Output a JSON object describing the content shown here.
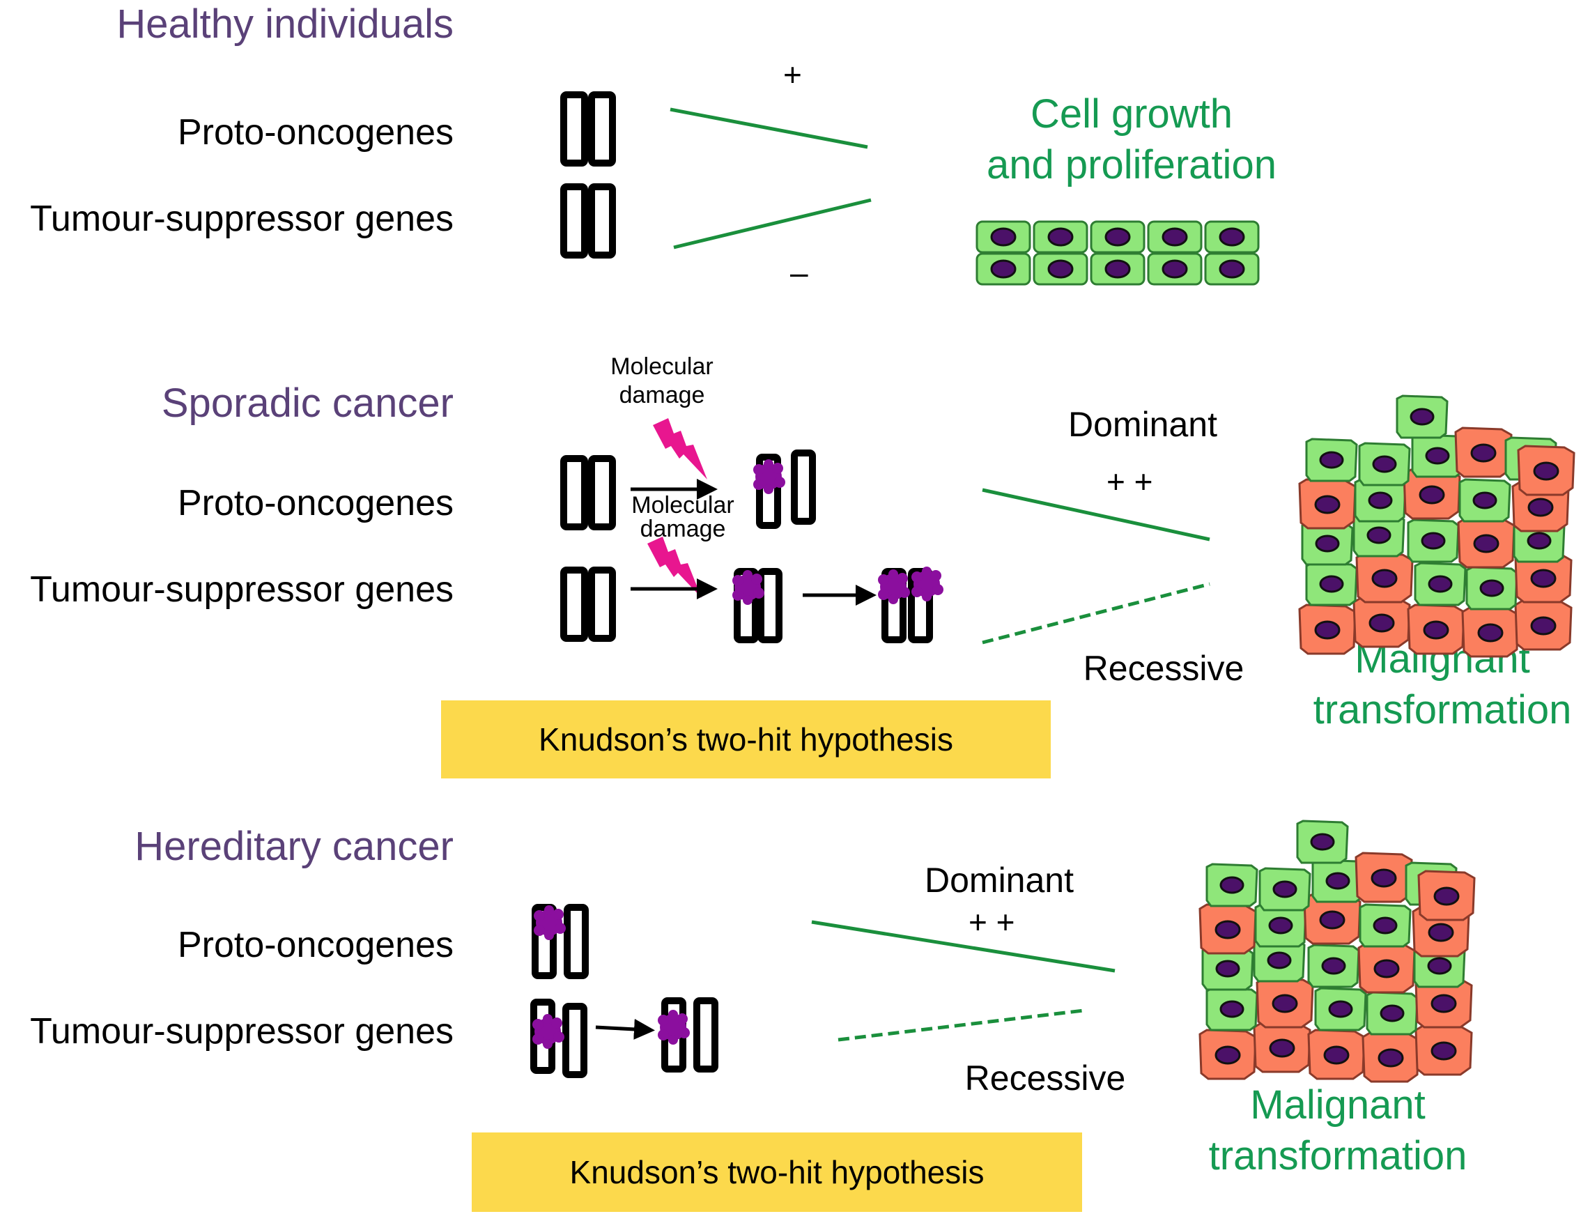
{
  "colors": {
    "heading": "#5a4178",
    "green_text": "#159a52",
    "line_green": "#1a8f3c",
    "knudson_box": "#fcd94c",
    "chromosome": "#000000",
    "mutation_blob": "#8b0f9e",
    "lightning": "#e8168f",
    "normal_cell": "#8fe67a",
    "cancer_cell": "#fb7f5e",
    "nucleus": "#4b1168"
  },
  "sections": {
    "healthy": {
      "title": "Healthy individuals",
      "proto_label": "Proto-oncogenes",
      "tumour_label": "Tumour-suppressor genes",
      "plus_sign": "+",
      "minus_sign": "–",
      "outcome_line1": "Cell growth",
      "outcome_line2": "and proliferation"
    },
    "sporadic": {
      "title": "Sporadic cancer",
      "proto_label": "Proto-oncogenes",
      "tumour_label": "Tumour-suppressor genes",
      "damage_label_1_line1": "Molecular",
      "damage_label_1_line2": "damage",
      "damage_label_2_line1": "Molecular",
      "damage_label_2_line2": "damage",
      "dominant_label": "Dominant",
      "dominant_signs": "+ +",
      "recessive_label": "Recessive",
      "outcome_line1": "Malignant",
      "outcome_line2": "transformation",
      "knudson_label": "Knudson’s two-hit hypothesis"
    },
    "hereditary": {
      "title": "Hereditary cancer",
      "proto_label": "Proto-oncogenes",
      "tumour_label": "Tumour-suppressor genes",
      "dominant_label": "Dominant",
      "dominant_signs": "+ +",
      "recessive_label": "Recessive",
      "outcome_line1": "Malignant",
      "outcome_line2": "transformation",
      "knudson_label": "Knudson’s two-hit hypothesis"
    }
  }
}
